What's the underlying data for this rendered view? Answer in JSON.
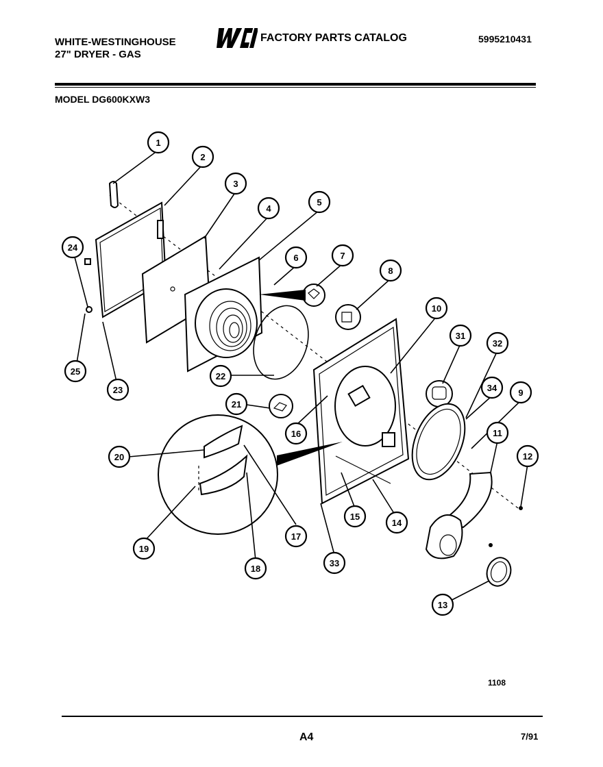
{
  "header": {
    "brand": "WHITE-WESTINGHOUSE",
    "product": "27\" DRYER - GAS",
    "logo_text": "WCI",
    "catalog_title": "FACTORY PARTS CATALOG",
    "catalog_number": "5995210431",
    "model": "MODEL DG600KXW3"
  },
  "callouts": [
    "1",
    "2",
    "3",
    "4",
    "5",
    "6",
    "7",
    "8",
    "9",
    "10",
    "11",
    "12",
    "13",
    "14",
    "15",
    "16",
    "17",
    "18",
    "19",
    "20",
    "21",
    "22",
    "23",
    "24",
    "25",
    "31",
    "32",
    "33",
    "34"
  ],
  "footer": {
    "ref_code": "1108",
    "page": "A4",
    "date": "7/91"
  }
}
